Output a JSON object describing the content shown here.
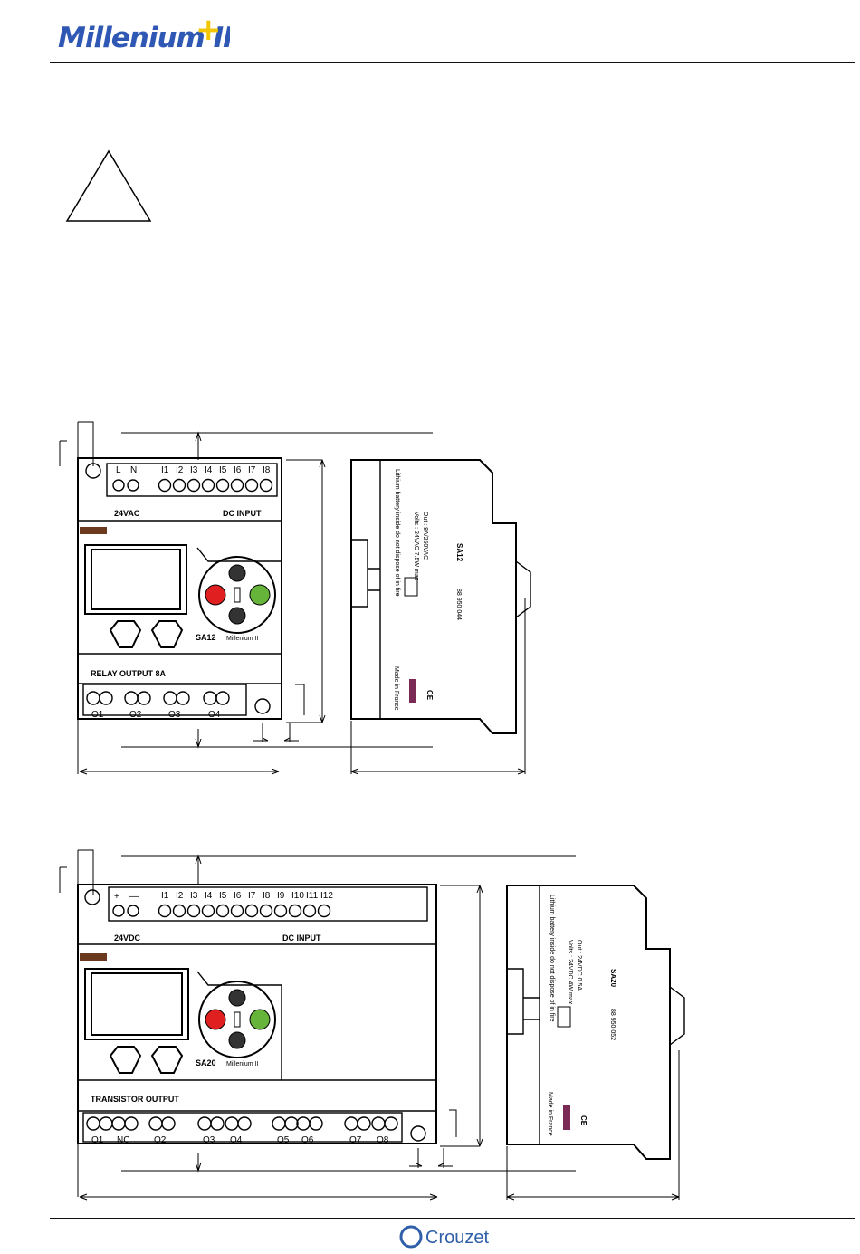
{
  "header": {
    "logo_text": "Millenium II",
    "logo_plus": "+"
  },
  "footer": {
    "brand": "Crouzet"
  },
  "drawing_1": {
    "power_terminals": [
      "L",
      "N"
    ],
    "inputs": [
      "I1",
      "I2",
      "I3",
      "I4",
      "I5",
      "I6",
      "I7",
      "I8"
    ],
    "supply_label": "24VAC",
    "input_label": "DC INPUT",
    "model_label": "SA12",
    "logo_small": "Millenium II",
    "output_label": "RELAY OUTPUT 8A",
    "outputs": [
      "O1",
      "O2",
      "O3",
      "O4"
    ],
    "side": {
      "battery_note": "Lithium battery inside do not dispose of in fire",
      "rating_1": "Volts : 24VAC 7.5W max",
      "rating_2": "Out : 8A/250VAC",
      "model": "SA12",
      "part_no": "88 950 044",
      "made_in": "Made in France",
      "ce": "CE"
    }
  },
  "drawing_2": {
    "power_terminals": [
      "+",
      "—"
    ],
    "inputs": [
      "I1",
      "I2",
      "I3",
      "I4",
      "I5",
      "I6",
      "I7",
      "I8",
      "I9",
      "I10",
      "I11",
      "I12"
    ],
    "supply_label": "24VDC",
    "input_label": "DC INPUT",
    "model_label": "SA20",
    "logo_small": "Millenium II",
    "output_label": "TRANSISTOR OUTPUT",
    "outputs": [
      "O1",
      "NC",
      "O2",
      "O3",
      "O4",
      "O5",
      "O6",
      "O7",
      "O8"
    ],
    "side": {
      "battery_note": "Lithium battery inside do not dispose of in fire",
      "rating_1": "Volts : 24VDC 4W max",
      "rating_2": "Out : 24VDC 0.5A",
      "model": "SA20",
      "part_no": "88 950 052",
      "made_in": "Made in France",
      "ce": "CE"
    }
  }
}
